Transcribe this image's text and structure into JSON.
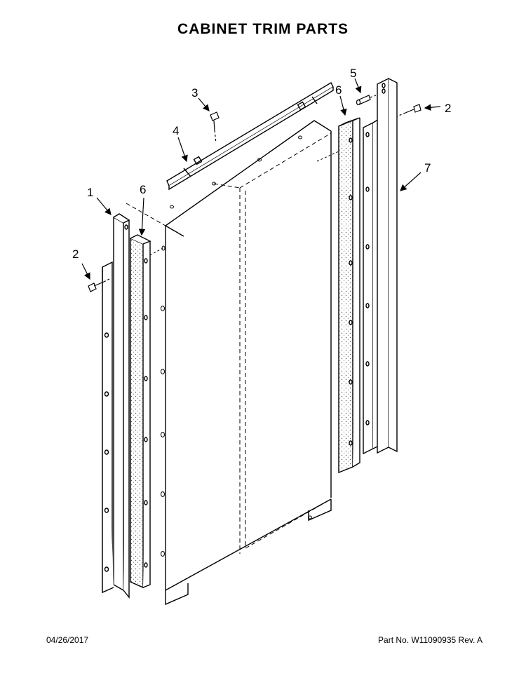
{
  "title": "CABINET TRIM PARTS",
  "footer": {
    "date": "04/26/2017",
    "part_info": "Part No. W11090935  Rev. A"
  },
  "callouts": {
    "c1": "1",
    "c2_left": "2",
    "c2_right": "2",
    "c3": "3",
    "c4": "4",
    "c5": "5",
    "c6_left": "6",
    "c6_right": "6",
    "c7": "7"
  }
}
